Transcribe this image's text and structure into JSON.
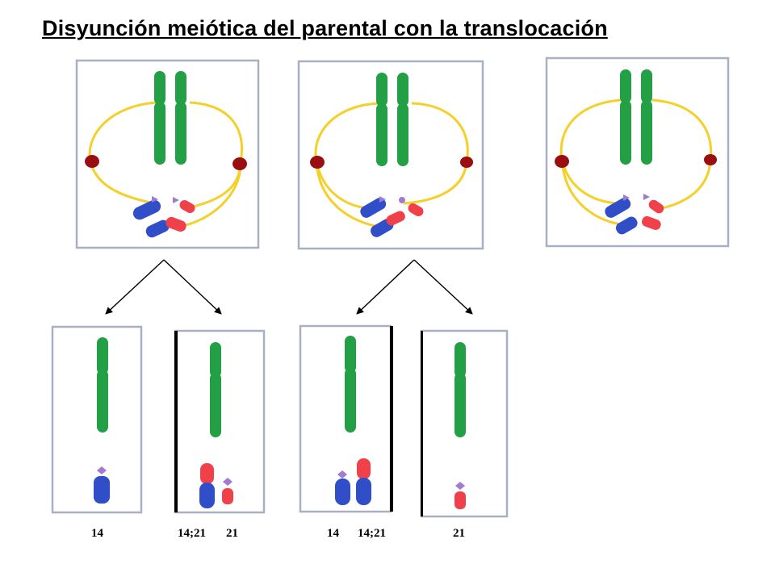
{
  "title": "Disyunción meiótica del parental con la translocación",
  "labels": [
    "14",
    "14;21",
    "21",
    "14",
    "14;21",
    "21"
  ],
  "colors": {
    "green": "#23a046",
    "blue": "#2f4ec8",
    "red": "#f0404a",
    "yellow": "#f5cf2a",
    "centromere": "#9a0e12",
    "satellite": "#a07bd0",
    "frame": "#aab0c4"
  }
}
